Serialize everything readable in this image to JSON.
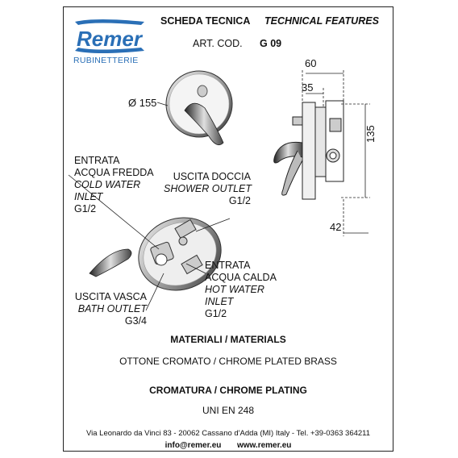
{
  "brand": {
    "name": "Remer",
    "subtitle": "RUBINETTERIE",
    "color": "#2a6fb6"
  },
  "header": {
    "title_it": "SCHEDA TECNICA",
    "title_en": "TECHNICAL FEATURES",
    "art_label": "ART. COD.",
    "art_code": "G 09"
  },
  "dimensions": {
    "diameter": "Ø 155",
    "depth_total": "60",
    "depth_plate": "35",
    "height": "135",
    "bottom": "42"
  },
  "labels": {
    "cold_inlet": {
      "it1": "ENTRATA",
      "it2": "ACQUA FREDDA",
      "en1": "COLD WATER",
      "en2": "INLET",
      "size": "G1/2"
    },
    "shower_outlet": {
      "it": "USCITA DOCCIA",
      "en": "SHOWER OUTLET",
      "size": "G1/2"
    },
    "hot_inlet": {
      "it1": "ENTRATA",
      "it2": "ACQUA CALDA",
      "en1": "HOT WATER",
      "en2": "INLET",
      "size": "G1/2"
    },
    "bath_outlet": {
      "it": "USCITA VASCA",
      "en": "BATH OUTLET",
      "size": "G3/4"
    }
  },
  "materials": {
    "heading": "MATERIALI / MATERIALS",
    "value": "OTTONE CROMATO / CHROME PLATED BRASS"
  },
  "plating": {
    "heading": "CROMATURA / CHROME PLATING",
    "value": "UNI EN 248"
  },
  "footer": {
    "address": "Via Leonardo da Vinci 83 - 20062 Cassano d'Adda (MI) Italy - Tel. +39-0363 364211",
    "email": "info@remer.eu",
    "web": "www.remer.eu"
  }
}
